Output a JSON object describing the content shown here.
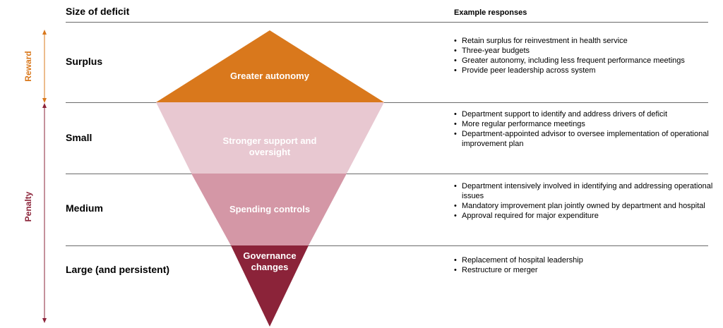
{
  "headers": {
    "size_of_deficit": "Size of deficit",
    "example_responses": "Example responses"
  },
  "side_labels": {
    "reward": "Reward",
    "penalty": "Penalty"
  },
  "colors": {
    "reward": "#D9781C",
    "penalty": "#8B2339",
    "small": "#E8C8D1",
    "medium": "#D497A6",
    "large": "#8B2339"
  },
  "rows": [
    {
      "label": "Surplus",
      "tier": "Greater autonomy",
      "responses": [
        "Retain surplus for reinvestment in health service",
        "Three-year budgets",
        "Greater autonomy, including less frequent performance meetings",
        "Provide peer leadership across system"
      ]
    },
    {
      "label": "Small",
      "tier": "Stronger support and oversight",
      "responses": [
        "Department support to identify and address drivers of deficit",
        "More regular performance meetings",
        "Department-appointed advisor to oversee implementation of operational improvement plan"
      ]
    },
    {
      "label": "Medium",
      "tier": "Spending controls",
      "responses": [
        "Department intensively involved in identifying and addressing operational issues",
        "Mandatory improvement plan jointly owned by department and hospital",
        "Approval required for major expenditure"
      ]
    },
    {
      "label": "Large (and persistent)",
      "tier": "Governance changes",
      "responses": [
        "Replacement of hospital leadership",
        "Restructure or merger"
      ]
    }
  ]
}
